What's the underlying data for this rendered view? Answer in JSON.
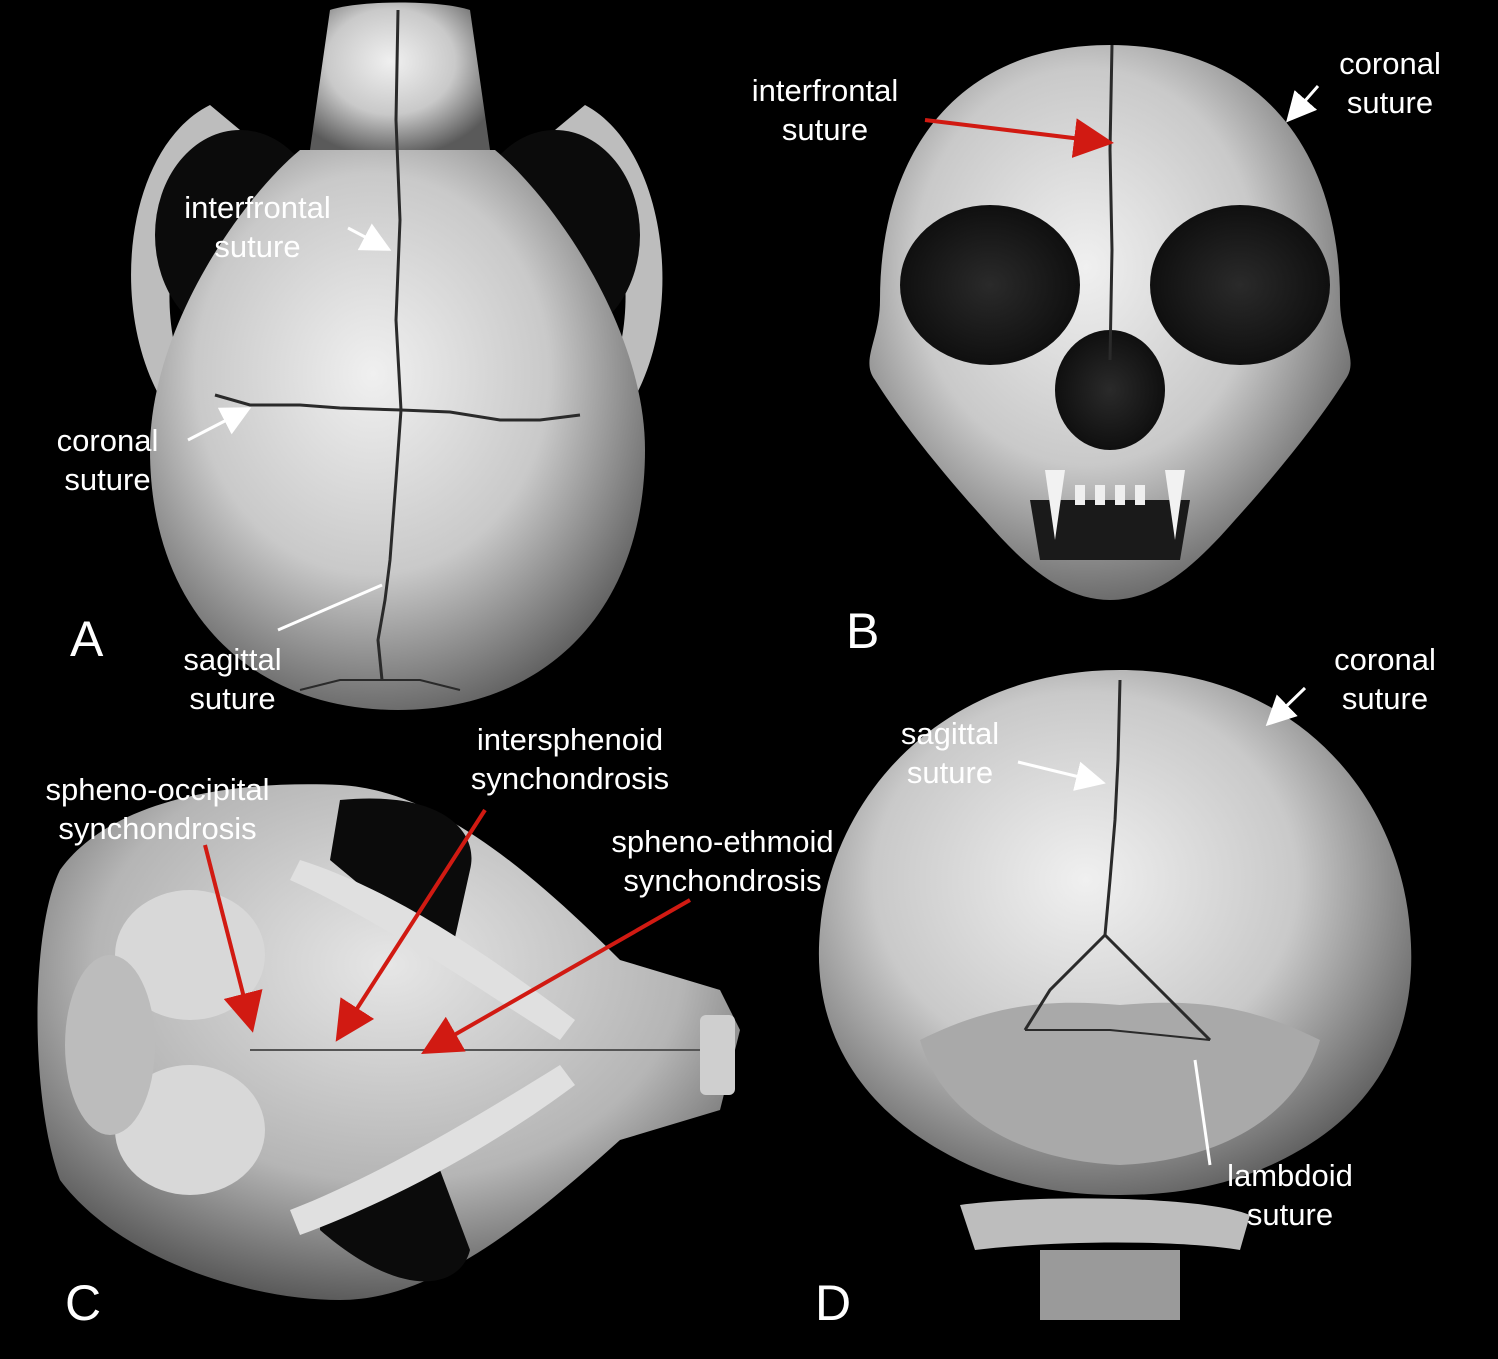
{
  "colors": {
    "background": "#000000",
    "bone": "#d2d2d2",
    "label_text": "#ffffff",
    "red_arrow": "#d11a12",
    "white_arrow": "#ffffff"
  },
  "panels": {
    "A": {
      "letter": "A",
      "labels": [
        {
          "line1": "interfrontal",
          "line2": "suture"
        },
        {
          "line1": "coronal",
          "line2": "suture"
        },
        {
          "line1": "sagittal",
          "line2": "suture"
        }
      ]
    },
    "B": {
      "letter": "B",
      "labels": [
        {
          "line1": "interfrontal",
          "line2": "suture"
        },
        {
          "line1": "coronal",
          "line2": "suture"
        }
      ]
    },
    "C": {
      "letter": "C",
      "labels": [
        {
          "line1": "spheno-occipital",
          "line2": "synchondrosis"
        },
        {
          "line1": "intersphenoid",
          "line2": "synchondrosis"
        },
        {
          "line1": "spheno-ethmoid",
          "line2": "synchondrosis"
        }
      ]
    },
    "D": {
      "letter": "D",
      "labels": [
        {
          "line1": "coronal",
          "line2": "suture"
        },
        {
          "line1": "sagittal",
          "line2": "suture"
        },
        {
          "line1": "lambdoid",
          "line2": "suture"
        }
      ]
    }
  }
}
